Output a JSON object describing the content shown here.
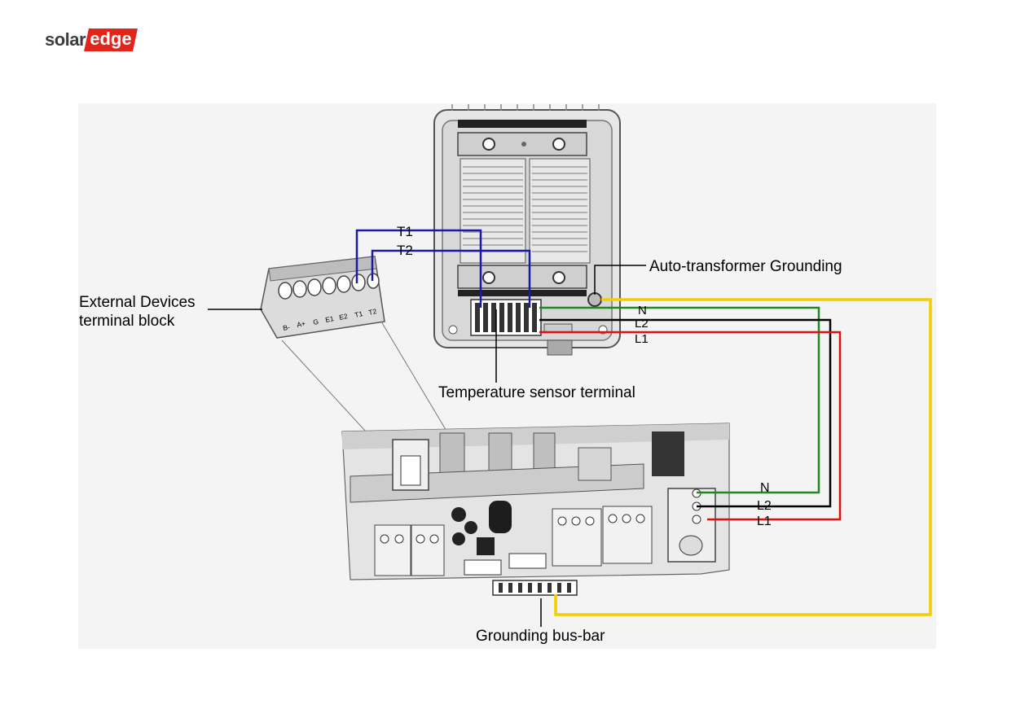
{
  "logo": {
    "text_solar": "solar",
    "text_edge": "edge"
  },
  "labels": {
    "t1": "T1",
    "t2": "T2",
    "auto_transformer_grounding": "Auto-transformer Grounding",
    "external_devices_line1": "External Devices",
    "external_devices_line2": "terminal block",
    "temperature_sensor_terminal": "Temperature sensor terminal",
    "n_top": "N",
    "l2_top": "L2",
    "l1_top": "L1",
    "n_bottom": "N",
    "l2_bottom": "L2",
    "l1_bottom": "L1",
    "grounding_bus_bar": "Grounding bus-bar"
  },
  "terminal_block_pins": [
    "B-",
    "A+",
    "G",
    "E1",
    "E2",
    "T1",
    "T2"
  ],
  "colors": {
    "brand_red": "#e1251b",
    "temperature_wire": "#1a1aa8",
    "neutral_wire": "#1f8a1f",
    "l2_wire": "#000000",
    "l1_wire": "#e01010",
    "ground_wire": "#f5cc00"
  }
}
